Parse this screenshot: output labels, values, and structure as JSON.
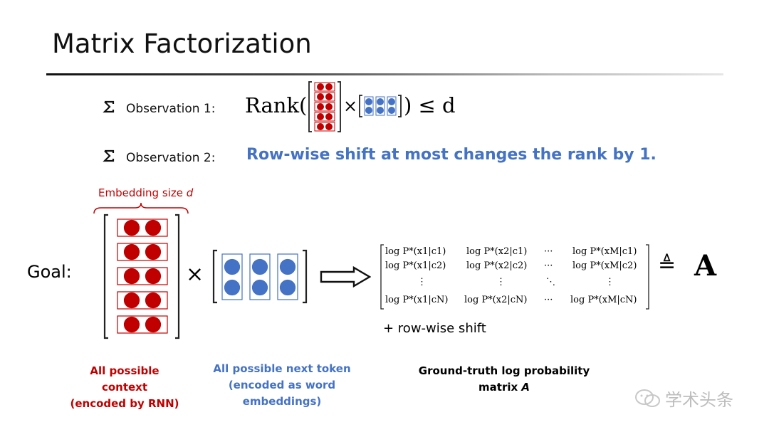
{
  "slide": {
    "title": "Matrix Factorization",
    "observations": [
      {
        "bullet_icon": "sigma-bullet-icon",
        "label": "Observation 1:",
        "formula_prefix": "Rank(",
        "formula_suffix": ") ≤ d",
        "times": "×"
      },
      {
        "bullet_icon": "sigma-bullet-icon",
        "label": "Observation 2:",
        "text": "Row-wise shift at most changes the rank by 1."
      }
    ],
    "goal": {
      "label": "Goal:",
      "embedding_size_label": "Embedding size",
      "embedding_size_var": "d",
      "times": "×",
      "defeq": "≜",
      "result": "A",
      "row_shift": "+ row-wise shift",
      "matrix": {
        "rows": [
          [
            "log P*(x1|c1)",
            "log P*(x2|c1)",
            "···",
            "log P*(xM|c1)"
          ],
          [
            "log P*(x1|c2)",
            "log P*(x2|c2)",
            "···",
            "log P*(xM|c2)"
          ],
          [
            "⋮",
            "⋮",
            "⋱",
            "⋮"
          ],
          [
            "log P*(x1|cN)",
            "log P*(x2|cN)",
            "···",
            "log P*(xM|cN)"
          ]
        ]
      }
    },
    "captions": {
      "context_line1": "All possible context",
      "context_line2": "(encoded by RNN)",
      "token_line1": "All possible next token",
      "token_line2": "(encoded as word embeddings)",
      "truth_prefix": "Ground-truth log probability matrix ",
      "truth_var": "A"
    },
    "watermark": "学术头条",
    "colors": {
      "red": "#c00000",
      "blue": "#4472c4"
    }
  }
}
